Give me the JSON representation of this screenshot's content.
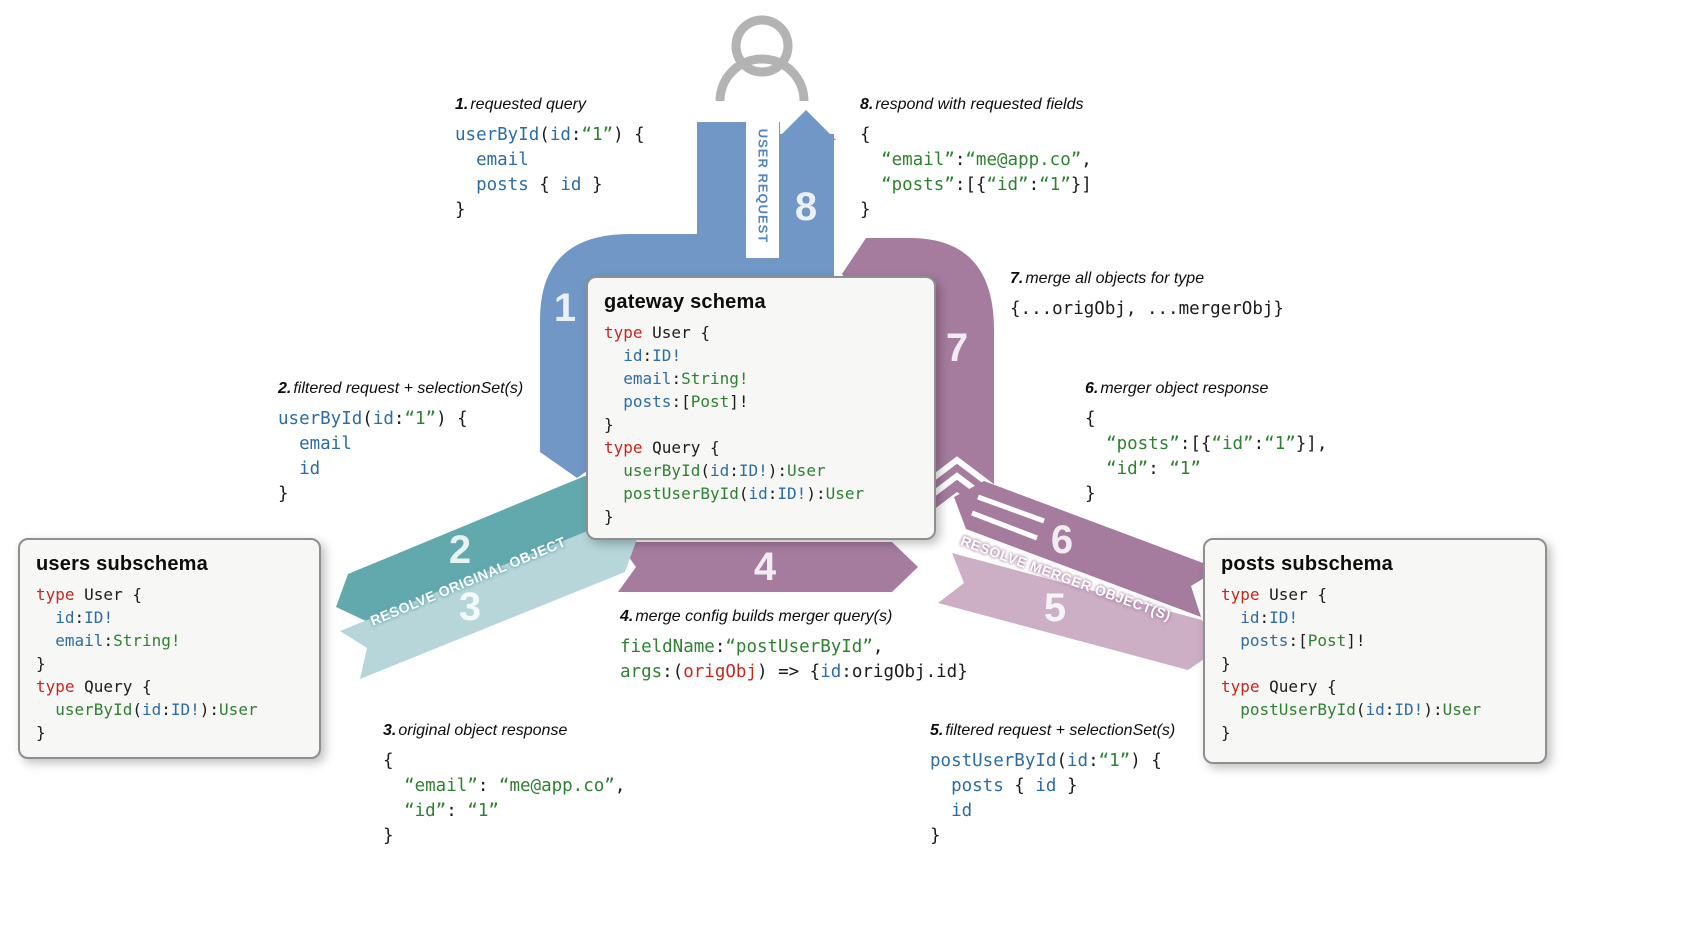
{
  "colors": {
    "blue": "#7097c6",
    "teal": "#62a9ae",
    "teal_light": "#b6d6d9",
    "purple": "#a67c9e",
    "purple_light": "#ccaec5",
    "icon_gray": "#b3b3b3"
  },
  "bands": {
    "numbers": [
      "1",
      "2",
      "3",
      "4",
      "5",
      "6",
      "7",
      "8"
    ],
    "user_request_label": "USER REQUEST",
    "resolve_original_label": "RESOLVE ORIGINAL OBJECT",
    "resolve_merger_label": "RESOLVE MERGER OBJECT(S)"
  },
  "boxes": {
    "gateway": {
      "title": "gateway schema",
      "code": [
        [
          {
            "t": "type",
            "c": "r"
          },
          {
            "t": " User {"
          }
        ],
        [
          {
            "t": "  "
          },
          {
            "t": "id",
            "c": "b"
          },
          {
            "t": ":"
          },
          {
            "t": "ID!",
            "c": "b"
          }
        ],
        [
          {
            "t": "  "
          },
          {
            "t": "email",
            "c": "b"
          },
          {
            "t": ":"
          },
          {
            "t": "String!",
            "c": "g"
          }
        ],
        [
          {
            "t": "  "
          },
          {
            "t": "posts",
            "c": "b"
          },
          {
            "t": ":["
          },
          {
            "t": "Post",
            "c": "g"
          },
          {
            "t": "]!"
          }
        ],
        [
          {
            "t": "}"
          }
        ],
        [
          {
            "t": "type",
            "c": "r"
          },
          {
            "t": " Query {"
          }
        ],
        [
          {
            "t": "  "
          },
          {
            "t": "userById",
            "c": "g"
          },
          {
            "t": "("
          },
          {
            "t": "id",
            "c": "b"
          },
          {
            "t": ":"
          },
          {
            "t": "ID!",
            "c": "b"
          },
          {
            "t": "):"
          },
          {
            "t": "User",
            "c": "g"
          }
        ],
        [
          {
            "t": "  "
          },
          {
            "t": "postUserById",
            "c": "g"
          },
          {
            "t": "("
          },
          {
            "t": "id",
            "c": "b"
          },
          {
            "t": ":"
          },
          {
            "t": "ID!",
            "c": "b"
          },
          {
            "t": "):"
          },
          {
            "t": "User",
            "c": "g"
          }
        ],
        [
          {
            "t": "}"
          }
        ]
      ]
    },
    "users": {
      "title": "users subschema",
      "code": [
        [
          {
            "t": "type",
            "c": "r"
          },
          {
            "t": " User {"
          }
        ],
        [
          {
            "t": "  "
          },
          {
            "t": "id",
            "c": "b"
          },
          {
            "t": ":"
          },
          {
            "t": "ID!",
            "c": "b"
          }
        ],
        [
          {
            "t": "  "
          },
          {
            "t": "email",
            "c": "b"
          },
          {
            "t": ":"
          },
          {
            "t": "String!",
            "c": "g"
          }
        ],
        [
          {
            "t": "}"
          }
        ],
        [
          {
            "t": "type",
            "c": "r"
          },
          {
            "t": " Query {"
          }
        ],
        [
          {
            "t": "  "
          },
          {
            "t": "userById",
            "c": "g"
          },
          {
            "t": "("
          },
          {
            "t": "id",
            "c": "b"
          },
          {
            "t": ":"
          },
          {
            "t": "ID!",
            "c": "b"
          },
          {
            "t": "):"
          },
          {
            "t": "User",
            "c": "g"
          }
        ],
        [
          {
            "t": "}"
          }
        ]
      ]
    },
    "posts": {
      "title": "posts subschema",
      "code": [
        [
          {
            "t": "type",
            "c": "r"
          },
          {
            "t": " User {"
          }
        ],
        [
          {
            "t": "  "
          },
          {
            "t": "id",
            "c": "b"
          },
          {
            "t": ":"
          },
          {
            "t": "ID!",
            "c": "b"
          }
        ],
        [
          {
            "t": "  "
          },
          {
            "t": "posts",
            "c": "b"
          },
          {
            "t": ":["
          },
          {
            "t": "Post",
            "c": "g"
          },
          {
            "t": "]!"
          }
        ],
        [
          {
            "t": "}"
          }
        ],
        [
          {
            "t": "type",
            "c": "r"
          },
          {
            "t": " Query {"
          }
        ],
        [
          {
            "t": "  "
          },
          {
            "t": "postUserById",
            "c": "g"
          },
          {
            "t": "("
          },
          {
            "t": "id",
            "c": "b"
          },
          {
            "t": ":"
          },
          {
            "t": "ID!",
            "c": "b"
          },
          {
            "t": "):"
          },
          {
            "t": "User",
            "c": "g"
          }
        ],
        [
          {
            "t": "}"
          }
        ]
      ]
    }
  },
  "annotations": [
    {
      "num": "1.",
      "label": "requested query",
      "code": [
        [
          {
            "t": "userById",
            "c": "b"
          },
          {
            "t": "("
          },
          {
            "t": "id",
            "c": "b"
          },
          {
            "t": ":"
          },
          {
            "t": "“1”",
            "c": "g"
          },
          {
            "t": ") {"
          }
        ],
        [
          {
            "t": "  "
          },
          {
            "t": "email",
            "c": "b"
          }
        ],
        [
          {
            "t": "  "
          },
          {
            "t": "posts",
            "c": "b"
          },
          {
            "t": " { "
          },
          {
            "t": "id",
            "c": "b"
          },
          {
            "t": " }"
          }
        ],
        [
          {
            "t": "}"
          }
        ]
      ]
    },
    {
      "num": "2.",
      "label": "filtered request + selectionSet(s)",
      "code": [
        [
          {
            "t": "userById",
            "c": "b"
          },
          {
            "t": "("
          },
          {
            "t": "id",
            "c": "b"
          },
          {
            "t": ":"
          },
          {
            "t": "“1”",
            "c": "g"
          },
          {
            "t": ") {"
          }
        ],
        [
          {
            "t": "  "
          },
          {
            "t": "email",
            "c": "b"
          }
        ],
        [
          {
            "t": "  "
          },
          {
            "t": "id",
            "c": "b"
          }
        ],
        [
          {
            "t": "}"
          }
        ]
      ]
    },
    {
      "num": "3.",
      "label": "original object response",
      "code": [
        [
          {
            "t": "{"
          }
        ],
        [
          {
            "t": "  "
          },
          {
            "t": "“email”",
            "c": "g"
          },
          {
            "t": ": "
          },
          {
            "t": "“me@app.co”",
            "c": "g"
          },
          {
            "t": ","
          }
        ],
        [
          {
            "t": "  "
          },
          {
            "t": "“id”",
            "c": "g"
          },
          {
            "t": ": "
          },
          {
            "t": "“1”",
            "c": "g"
          }
        ],
        [
          {
            "t": "}"
          }
        ]
      ]
    },
    {
      "num": "4.",
      "label": "merge config builds merger query(s)",
      "code": [
        [
          {
            "t": "fieldName",
            "c": "g"
          },
          {
            "t": ":"
          },
          {
            "t": "“postUserById”",
            "c": "g"
          },
          {
            "t": ","
          }
        ],
        [
          {
            "t": "args",
            "c": "g"
          },
          {
            "t": ":("
          },
          {
            "t": "origObj",
            "c": "r"
          },
          {
            "t": ") => {"
          },
          {
            "t": "id",
            "c": "b"
          },
          {
            "t": ":origObj.id}"
          }
        ]
      ]
    },
    {
      "num": "5.",
      "label": "filtered request + selectionSet(s)",
      "code": [
        [
          {
            "t": "postUserById",
            "c": "b"
          },
          {
            "t": "("
          },
          {
            "t": "id",
            "c": "b"
          },
          {
            "t": ":"
          },
          {
            "t": "“1”",
            "c": "g"
          },
          {
            "t": ") {"
          }
        ],
        [
          {
            "t": "  "
          },
          {
            "t": "posts",
            "c": "b"
          },
          {
            "t": " { "
          },
          {
            "t": "id",
            "c": "b"
          },
          {
            "t": " }"
          }
        ],
        [
          {
            "t": "  "
          },
          {
            "t": "id",
            "c": "b"
          }
        ],
        [
          {
            "t": "}"
          }
        ]
      ]
    },
    {
      "num": "6.",
      "label": "merger object response",
      "code": [
        [
          {
            "t": "{"
          }
        ],
        [
          {
            "t": "  "
          },
          {
            "t": "“posts”",
            "c": "g"
          },
          {
            "t": ":[{"
          },
          {
            "t": "“id”",
            "c": "g"
          },
          {
            "t": ":"
          },
          {
            "t": "“1”",
            "c": "g"
          },
          {
            "t": "}],"
          }
        ],
        [
          {
            "t": "  "
          },
          {
            "t": "“id”",
            "c": "g"
          },
          {
            "t": ": "
          },
          {
            "t": "“1”",
            "c": "g"
          }
        ],
        [
          {
            "t": "}"
          }
        ]
      ]
    },
    {
      "num": "7.",
      "label": "merge all objects for type",
      "code": [
        [
          {
            "t": "{...origObj, ...mergerObj}"
          }
        ]
      ]
    },
    {
      "num": "8.",
      "label": "respond with requested fields",
      "code": [
        [
          {
            "t": "{"
          }
        ],
        [
          {
            "t": "  "
          },
          {
            "t": "“email”",
            "c": "g"
          },
          {
            "t": ":"
          },
          {
            "t": "“me@app.co”",
            "c": "g"
          },
          {
            "t": ","
          }
        ],
        [
          {
            "t": "  "
          },
          {
            "t": "“posts”",
            "c": "g"
          },
          {
            "t": ":[{"
          },
          {
            "t": "“id”",
            "c": "g"
          },
          {
            "t": ":"
          },
          {
            "t": "“1”",
            "c": "g"
          },
          {
            "t": "}]"
          }
        ],
        [
          {
            "t": "}"
          }
        ]
      ]
    }
  ]
}
